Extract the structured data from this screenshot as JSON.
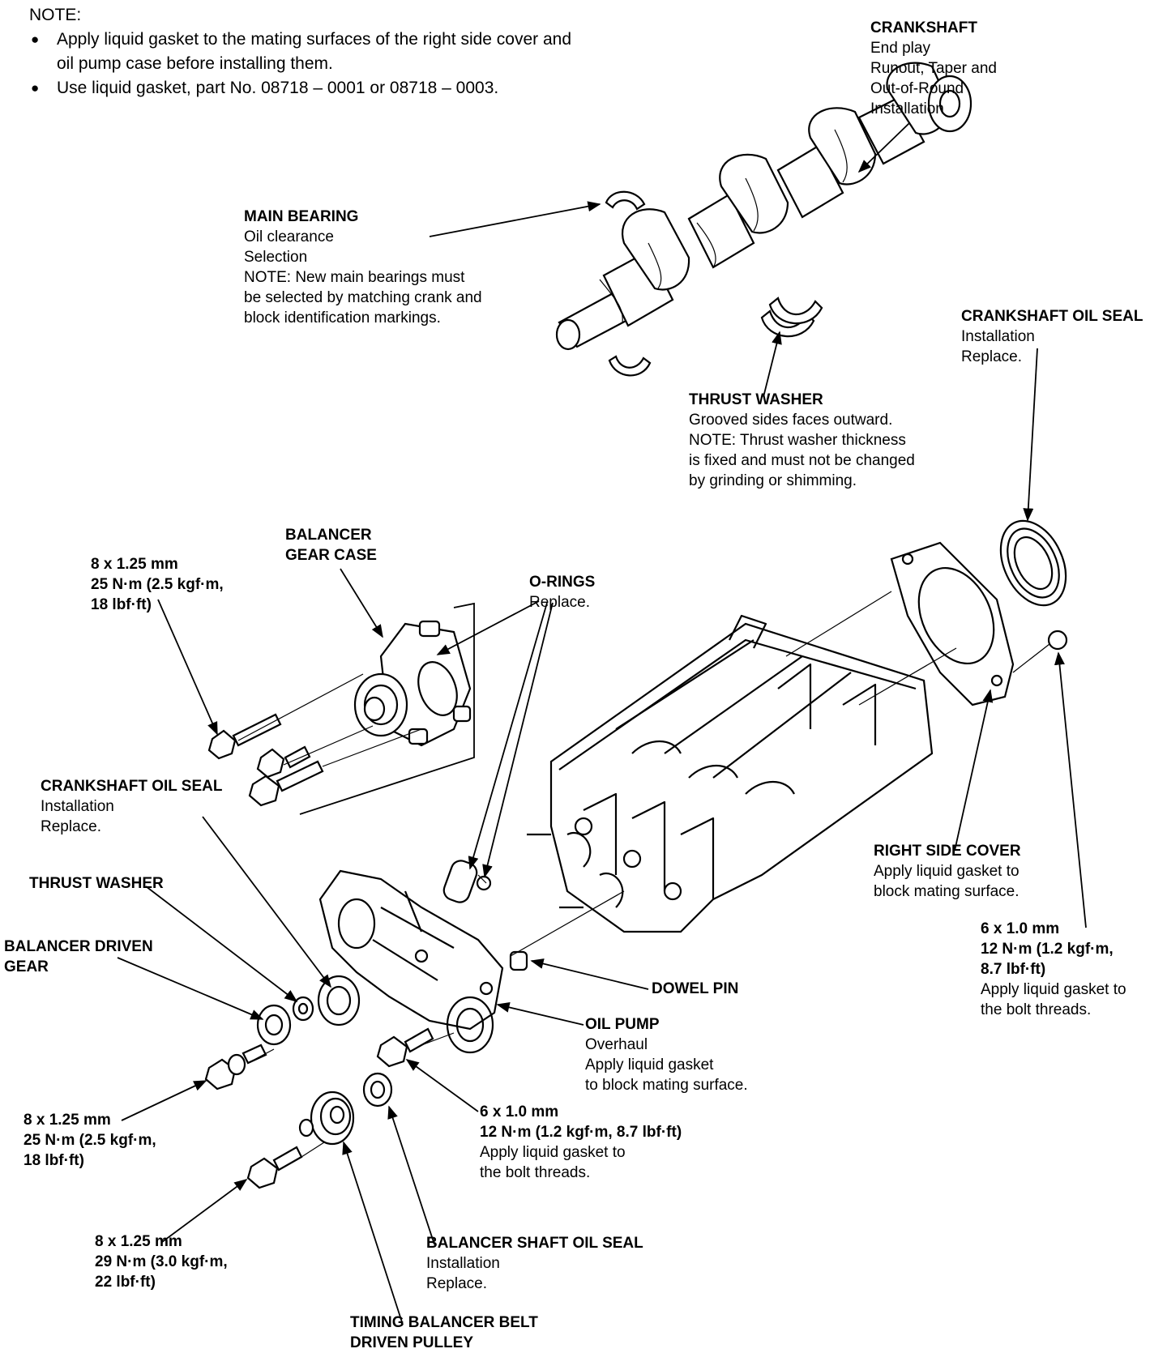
{
  "note": {
    "heading": "NOTE:",
    "bullets": [
      "Apply liquid gasket to the mating surfaces of the right side cover and oil pump case before installing them.",
      "Use liquid gasket, part No. 08718 – 0001 or 08718 – 0003."
    ]
  },
  "labels": {
    "crankshaft": {
      "title": "CRANKSHAFT",
      "lines": [
        "End play",
        "Runout, Taper and",
        "Out-of-Round",
        "Installation"
      ]
    },
    "main_bearing": {
      "title": "MAIN BEARING",
      "lines": [
        "Oil clearance",
        "Selection",
        "NOTE:  New main bearings must",
        "be selected by matching crank and",
        "block identification markings."
      ]
    },
    "crank_oil_seal_right": {
      "title": "CRANKSHAFT OIL SEAL",
      "lines": [
        "Installation",
        "Replace."
      ]
    },
    "thrust_washer_top": {
      "title": "THRUST WASHER",
      "lines": [
        "Grooved sides faces outward.",
        "NOTE:  Thrust washer thickness",
        "is fixed and must not be changed",
        "by grinding or shimming."
      ]
    },
    "bolt_8x125_top": {
      "title": "8 x 1.25 mm",
      "lines": [
        "25 N·m (2.5 kgf·m,",
        "18 lbf·ft)"
      ]
    },
    "balancer_gear_case": {
      "title": "BALANCER",
      "lines": [
        "GEAR CASE"
      ]
    },
    "o_rings": {
      "title": "O-RINGS",
      "lines": [
        "Replace."
      ]
    },
    "crank_oil_seal_left": {
      "title": "CRANKSHAFT OIL SEAL",
      "lines": [
        "Installation",
        "Replace."
      ]
    },
    "thrust_washer_left": {
      "title": "THRUST WASHER",
      "lines": []
    },
    "balancer_driven_gear": {
      "title": "BALANCER DRIVEN",
      "lines": [
        "GEAR"
      ]
    },
    "right_side_cover": {
      "title": "RIGHT SIDE COVER",
      "lines": [
        "Apply liquid gasket to",
        "block mating surface."
      ]
    },
    "bolt_6x10_right": {
      "title": "6 x 1.0 mm",
      "lines": [
        "12 N·m (1.2 kgf·m,",
        "8.7 lbf·ft)",
        "Apply liquid gasket to",
        "the bolt threads."
      ]
    },
    "dowel_pin": {
      "title": "DOWEL PIN",
      "lines": []
    },
    "oil_pump": {
      "title": "OIL PUMP",
      "lines": [
        "Overhaul",
        "Apply liquid gasket",
        "to block mating surface."
      ]
    },
    "bolt_8x125_mid": {
      "title": "8 x 1.25 mm",
      "lines": [
        "25 N·m (2.5 kgf·m,",
        "18 lbf·ft)"
      ]
    },
    "bolt_6x10_center": {
      "title": "6 x 1.0 mm",
      "lines": [
        "12 N·m (1.2 kgf·m, 8.7 lbf·ft)",
        "Apply liquid gasket to",
        "the bolt threads."
      ]
    },
    "bolt_8x125_bottom": {
      "title": "8 x 1.25 mm",
      "lines": [
        "29 N·m (3.0 kgf·m,",
        "22 lbf·ft)"
      ]
    },
    "balancer_shaft_oil_seal": {
      "title": "BALANCER SHAFT OIL SEAL",
      "lines": [
        "Installation",
        "Replace."
      ]
    },
    "timing_pulley": {
      "title": "TIMING BALANCER BELT",
      "lines": [
        "DRIVEN PULLEY"
      ]
    }
  }
}
